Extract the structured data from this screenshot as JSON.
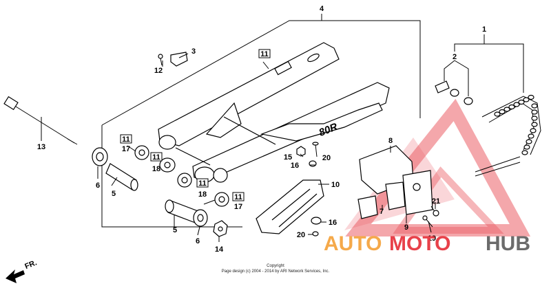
{
  "callouts": [
    "1",
    "2",
    "3",
    "4",
    "5",
    "5",
    "6",
    "6",
    "7",
    "8",
    "9",
    "10",
    "11",
    "11",
    "11",
    "11",
    "12",
    "13",
    "14",
    "15",
    "16",
    "16",
    "17",
    "17",
    "18",
    "18",
    "19",
    "20",
    "20",
    "21"
  ],
  "boxed_labels": [
    "11",
    "11",
    "11",
    "11"
  ],
  "swingarm_marking": "80R",
  "direction_label": "FR.",
  "copyright": {
    "line1": "Copyright",
    "line2": "Page design (c) 2004 - 2014 by ARI Network Services, Inc."
  },
  "watermark": {
    "auto": "AUTO",
    "moto": "MOTO",
    "hub": "HUB",
    "colors": {
      "red": "#e8414a",
      "orange": "#f5a94a",
      "gray": "#6b6b6b"
    }
  }
}
